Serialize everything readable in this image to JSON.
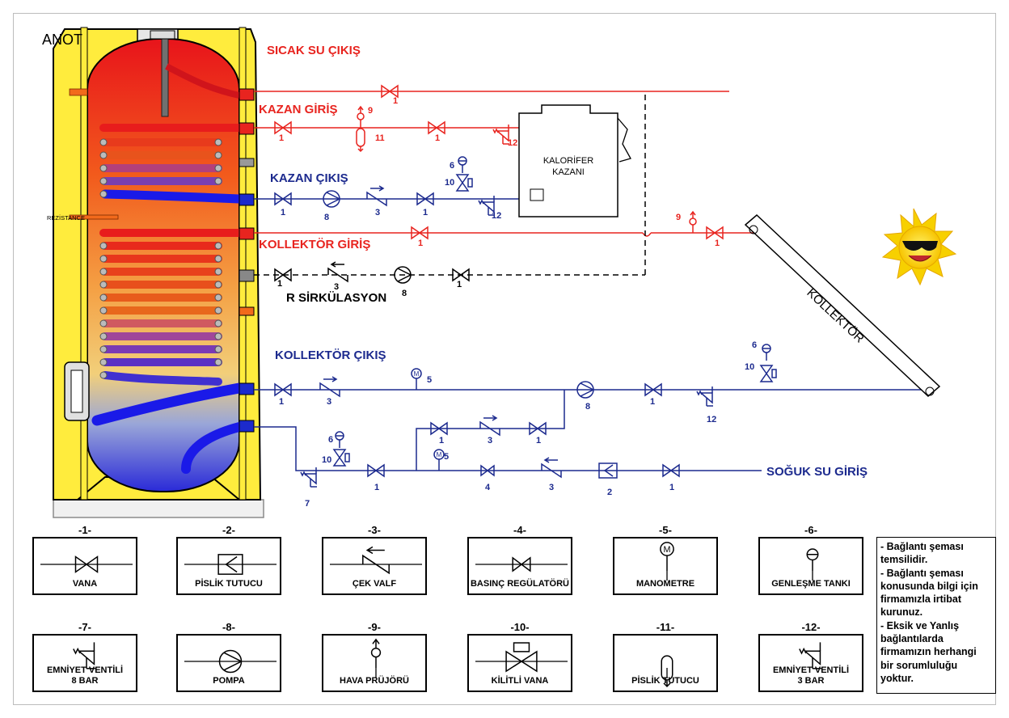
{
  "tank": {
    "top_label": "ANOT",
    "side_label": "REZİSTANCE"
  },
  "lines": {
    "hot_out": "SICAK SU ÇIKIŞ",
    "boiler_in": "KAZAN GİRİŞ",
    "boiler_out": "KAZAN ÇIKIŞ",
    "collector_in": "KOLLEKTÖR GİRİŞ",
    "recirculation": "R SİRKÜLASYON",
    "collector_out": "KOLLEKTÖR ÇIKIŞ",
    "cold_in": "SOĞUK SU GİRİŞ"
  },
  "boiler": {
    "line1": "KALORİFER",
    "line2": "KAZANI"
  },
  "collector": {
    "label": "KOLLEKTÖR"
  },
  "markers": {
    "n1": "1",
    "n2": "2",
    "n3": "3",
    "n4": "4",
    "n5": "5",
    "n6": "6",
    "n7": "7",
    "n8": "8",
    "n9": "9",
    "n10": "10",
    "n11": "11",
    "n12": "12"
  },
  "legend": [
    {
      "num": "-1-",
      "name": "VANA"
    },
    {
      "num": "-2-",
      "name": "PİSLİK TUTUCU"
    },
    {
      "num": "-3-",
      "name": "ÇEK VALF"
    },
    {
      "num": "-4-",
      "name": "BASINÇ REGÜLATÖRÜ"
    },
    {
      "num": "-5-",
      "name": "MANOMETRE"
    },
    {
      "num": "-6-",
      "name": "GENLEŞME TANKI"
    },
    {
      "num": "-7-",
      "name": "EMNİYET VENTİLİ 8 BAR"
    },
    {
      "num": "-8-",
      "name": "POMPA"
    },
    {
      "num": "-9-",
      "name": "HAVA PRÜJÖRÜ"
    },
    {
      "num": "-10-",
      "name": "KİLİTLİ VANA"
    },
    {
      "num": "-11-",
      "name": "PİSLİK TUTUCU"
    },
    {
      "num": "-12-",
      "name": "EMNİYET VENTİLİ 3 BAR"
    }
  ],
  "note": "- Bağlantı şeması temsilidir.\n- Bağlantı şeması konusunda bilgi için firmamızla irtibat kurunuz.\n- Eksik ve Yanlış bağlantılarda firmamızın herhangi bir sorumluluğu yoktur.",
  "colors": {
    "hot": "#e8241f",
    "cold": "#1c2a8e",
    "tank_shell": "#ffec3d",
    "accent_tank": "#f26a1b"
  }
}
